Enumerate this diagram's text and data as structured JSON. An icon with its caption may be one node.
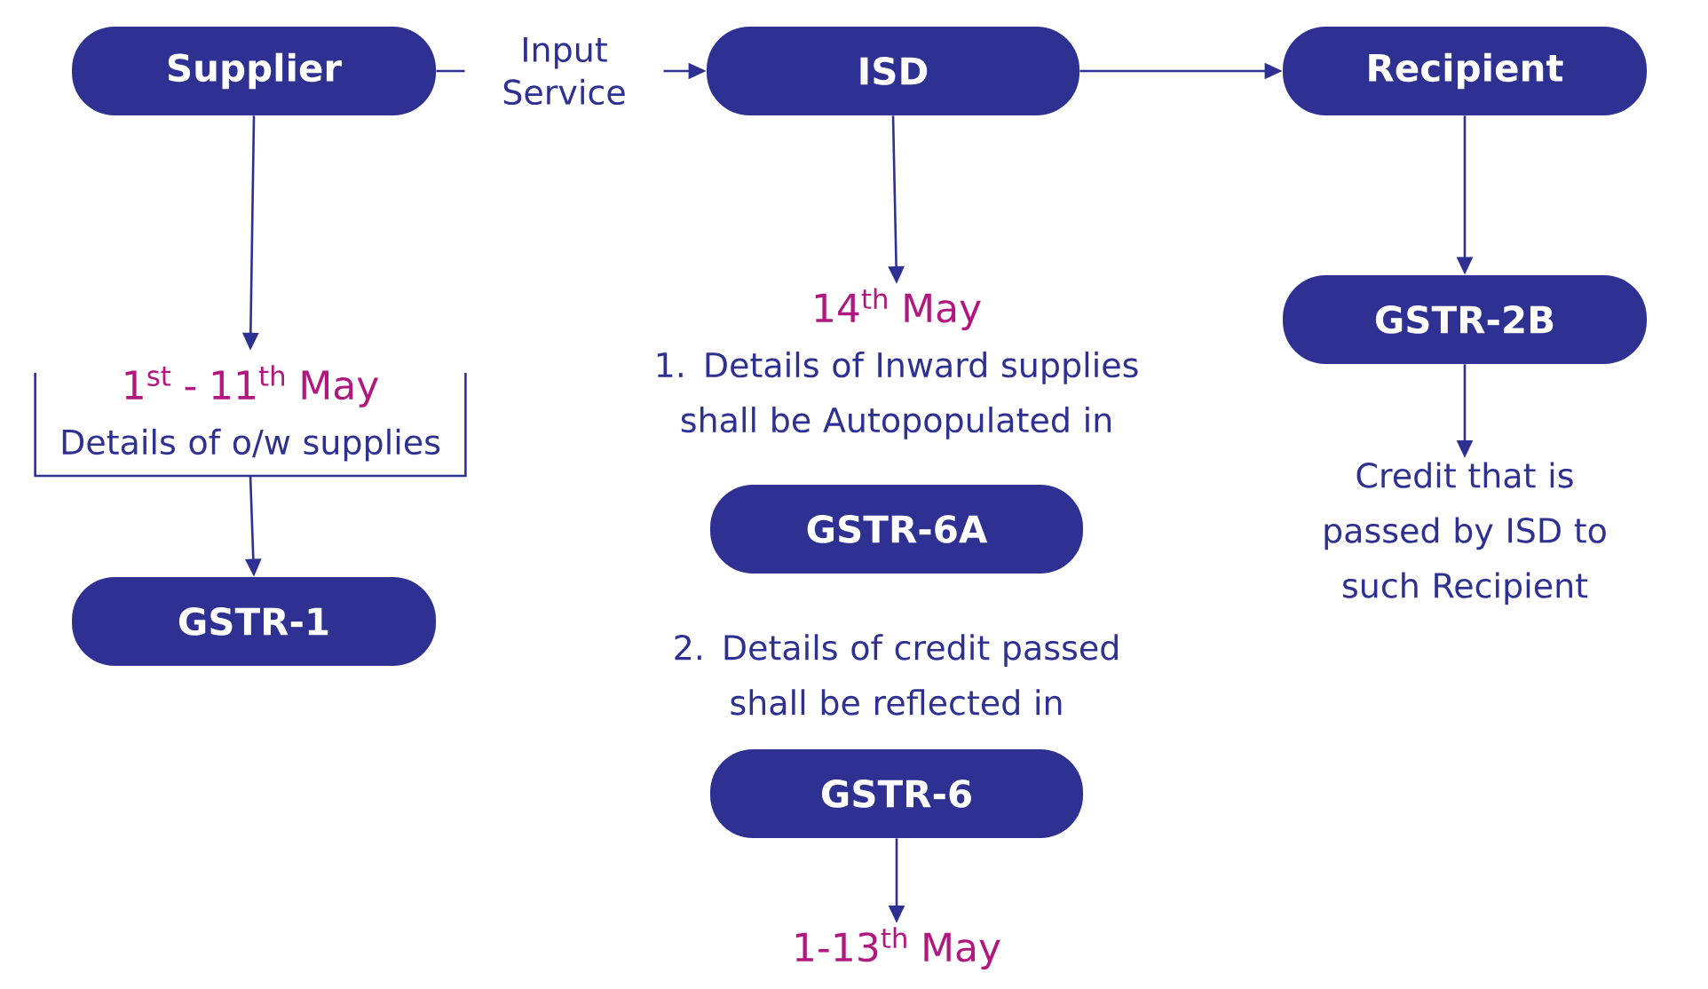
{
  "diagram": {
    "nodes": [
      {
        "text": [
          "Supplier"
        ]
      },
      {
        "text": [
          "ISD"
        ]
      },
      {
        "text": [
          "Recipient"
        ]
      },
      {
        "text": [
          "1$^{st}$ - 11$^{th}$ May",
          "Details of o/w supplies"
        ]
      },
      {
        "text": [
          "GSTR-1"
        ]
      },
      {
        "text": [
          "14$^{th}$ May",
          "1. Details of Inward supplies shall be Autopopulated in"
        ]
      },
      {
        "text": [
          "GSTR-6A"
        ]
      },
      {
        "text": [
          "GSTR-6"
        ]
      },
      {
        "text": [
          "1-13$^{th}$ May"
        ]
      },
      {
        "text": [
          "GSTR-2B"
        ]
      },
      {
        "text": [
          "Credit that is passed by ISD to such Recipient"
        ]
      }
    ],
    "edges": [
      {
        "from": 0,
        "to": 1,
        "arrow": "to",
        "label": "Input Service"
      },
      {
        "from": 1,
        "to": 2,
        "arrow": "to"
      },
      {
        "from": 0,
        "to": 3,
        "arrow": "to"
      },
      {
        "from": 3,
        "to": 4,
        "arrow": "to"
      },
      {
        "from": 1,
        "to": 5,
        "arrow": "to"
      },
      {
        "from": 7,
        "to": 8,
        "arrow": "to"
      },
      {
        "from": 2,
        "to": 9,
        "arrow": "to"
      },
      {
        "from": 9,
        "to": 10,
        "arrow": "to"
      }
    ],
    "labels": [
      "2. Details of credit passed shall be reflected in"
    ]
  }
}
